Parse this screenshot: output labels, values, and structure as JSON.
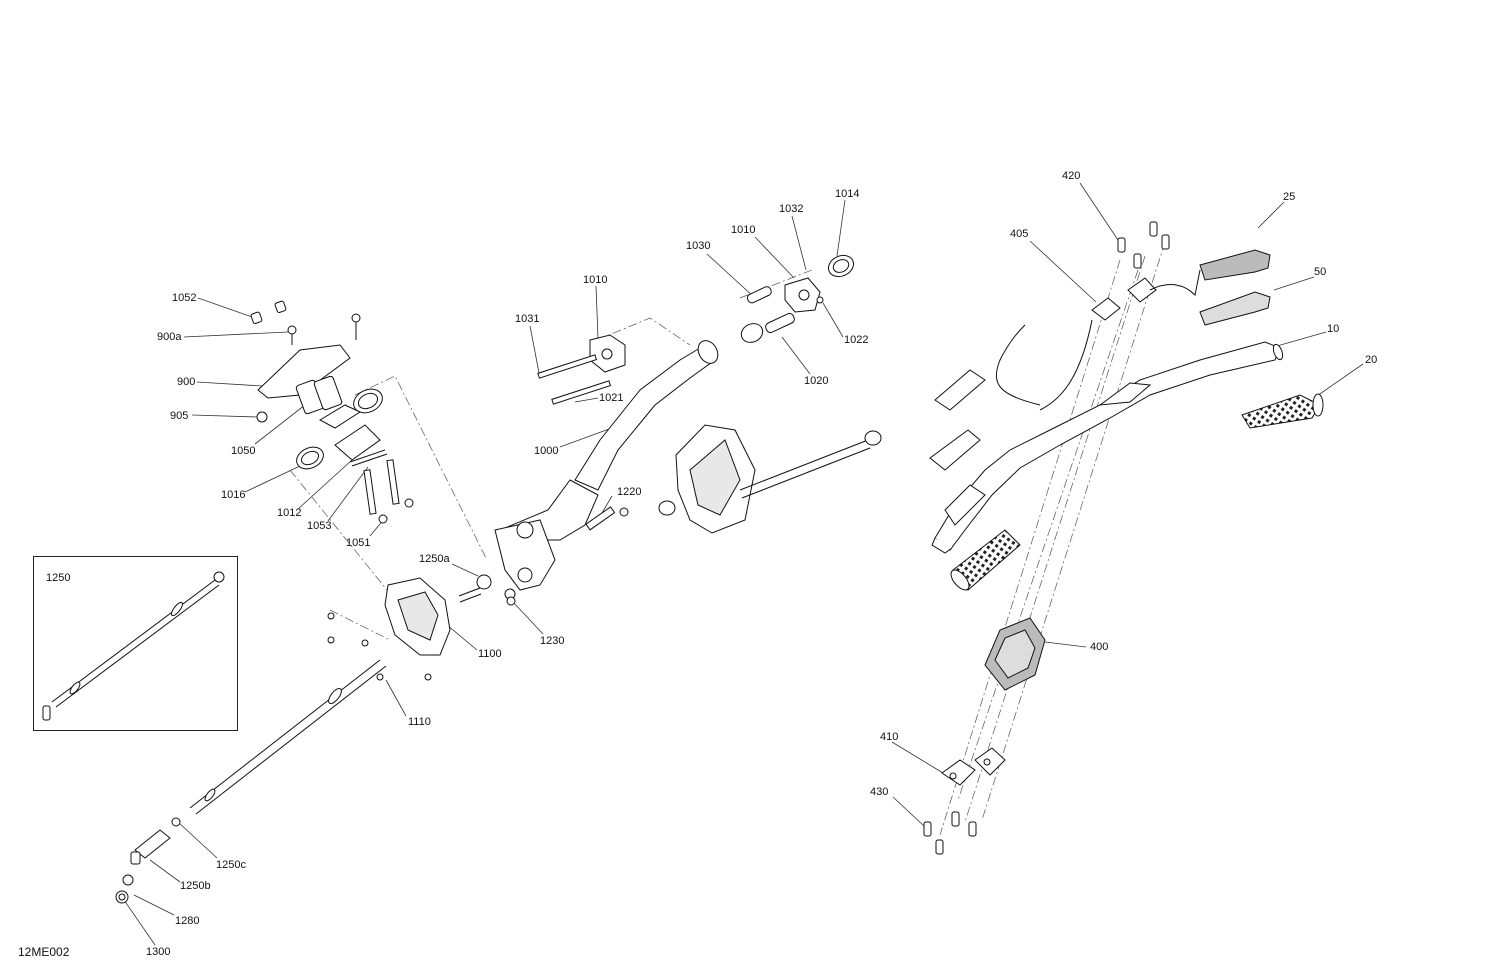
{
  "diagram_code": "12ME002",
  "inset_label": "1250",
  "callouts": {
    "c1052": "1052",
    "c900a": "900a",
    "c900": "900",
    "c905": "905",
    "c1050": "1050",
    "c1016": "1016",
    "c1012": "1012",
    "c1053": "1053",
    "c1051": "1051",
    "c1031": "1031",
    "c1010a": "1010",
    "c1021": "1021",
    "c1000": "1000",
    "c1030": "1030",
    "c1010b": "1010",
    "c1032": "1032",
    "c1014": "1014",
    "c1022": "1022",
    "c1020": "1020",
    "c1220": "1220",
    "c1250a": "1250a",
    "c1230": "1230",
    "c1100": "1100",
    "c1110": "1110",
    "c1250c": "1250c",
    "c1250b": "1250b",
    "c1280": "1280",
    "c1300": "1300",
    "c420": "420",
    "c405": "405",
    "c25": "25",
    "c50": "50",
    "c10": "10",
    "c20": "20",
    "c400": "400",
    "c410": "410",
    "c430": "430"
  }
}
